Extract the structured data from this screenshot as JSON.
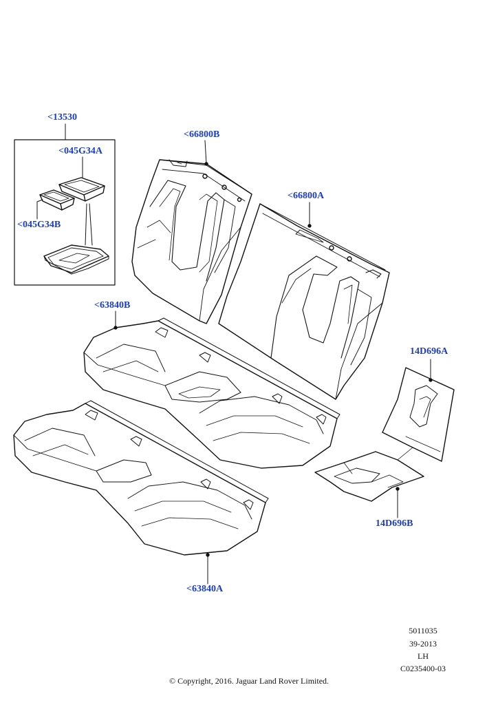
{
  "callouts": {
    "c13530": "<13530",
    "c045G34A": "<045G34A",
    "c045G34B": "<045G34B",
    "c66800B": "<66800B",
    "c66800A": "<66800A",
    "c63840B": "<63840B",
    "c63840A": "<63840A",
    "c14D696A": "14D696A",
    "c14D696B": "14D696B"
  },
  "meta": {
    "ref": "5011035",
    "date": "39-2013",
    "side": "LH",
    "code": "C0235400-03"
  },
  "copyright": "© Copyright, 2016. Jaguar Land Rover Limited.",
  "colors": {
    "callout": "#1a3cc8",
    "line": "#111111"
  }
}
